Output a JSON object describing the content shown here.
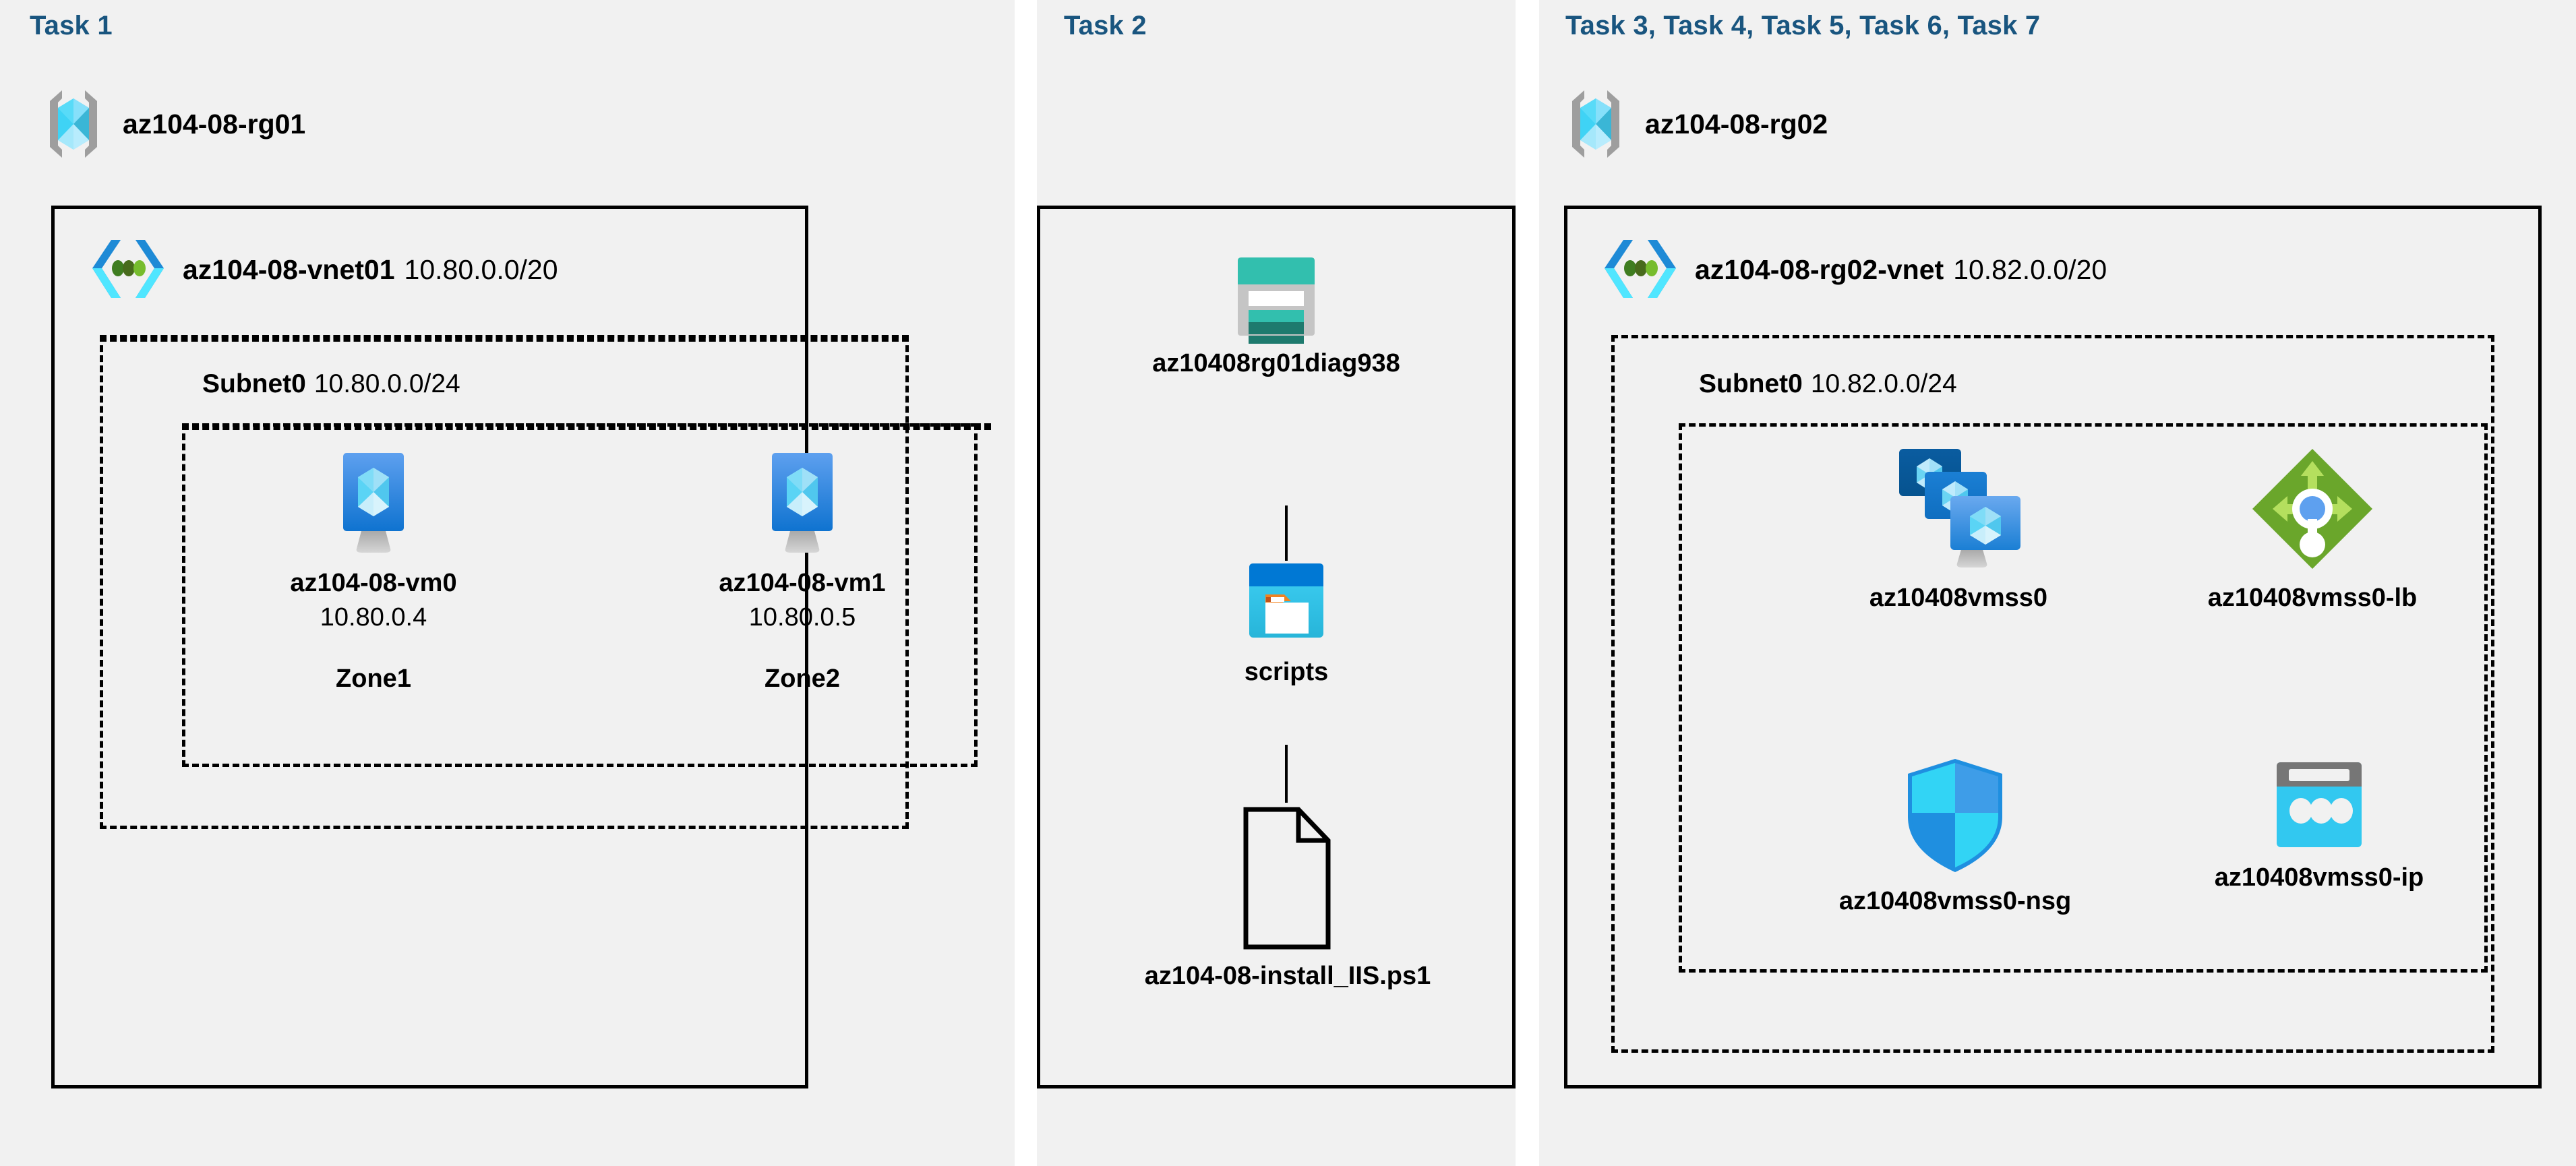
{
  "panels": [
    {
      "task_title": "Task 1"
    },
    {
      "task_title": "Task 2"
    },
    {
      "task_title": "Task 3, Task 4, Task 5, Task 6, Task 7"
    }
  ],
  "colors": {
    "task_title": "#19557f",
    "panel_bg": "#f1f1f1",
    "page_bg": "#ffffff",
    "border": "#000000",
    "vm_blue": "#1b7fd4",
    "vnet_blue": "#1e8ad6",
    "vnet_cyan": "#50e6ff",
    "vnet_green": "#5e9624",
    "storage_teal": "#32bfae",
    "storage_dark_teal": "#1e7a6e",
    "container_blue": "#0078d4",
    "container_cyan": "#32c8f0",
    "container_orange": "#f28321",
    "lb_green": "#76bc2d",
    "lb_dark_green": "#5e9624",
    "lb_dot_blue": "#5ea0ef",
    "nsg_cyan": "#32d4f5",
    "nsg_blue": "#1f8fe0",
    "ip_cyan": "#32c8f0",
    "ip_gray": "#767676",
    "rg_gray": "#9e9e9e"
  },
  "task1": {
    "resource_group": {
      "name": "az104-08-rg01",
      "icon": "resource-group-icon"
    },
    "vnet": {
      "name": "az104-08-vnet01",
      "cidr": "10.80.0.0/20",
      "icon": "virtual-network-icon"
    },
    "subnet": {
      "name": "Subnet0",
      "cidr": "10.80.0.0/24"
    },
    "vms": [
      {
        "name": "az104-08-vm0",
        "ip": "10.80.0.4",
        "zone": "Zone1",
        "icon": "virtual-machine-icon"
      },
      {
        "name": "az104-08-vm1",
        "ip": "10.80.0.5",
        "zone": "Zone2",
        "icon": "virtual-machine-icon"
      }
    ]
  },
  "task2": {
    "storage_account": {
      "name": "az10408rg01diag938",
      "icon": "storage-account-icon"
    },
    "container": {
      "name": "scripts",
      "icon": "blob-container-icon"
    },
    "file": {
      "name": "az104-08-install_IIS.ps1",
      "icon": "file-icon"
    }
  },
  "task3": {
    "resource_group": {
      "name": "az104-08-rg02",
      "icon": "resource-group-icon"
    },
    "vnet": {
      "name": "az104-08-rg02-vnet",
      "cidr": "10.82.0.0/20",
      "icon": "virtual-network-icon"
    },
    "subnet": {
      "name": "Subnet0",
      "cidr": "10.82.0.0/24"
    },
    "resources": [
      {
        "name": "az10408vmss0",
        "icon": "vm-scale-set-icon"
      },
      {
        "name": "az10408vmss0-lb",
        "icon": "load-balancer-icon"
      },
      {
        "name": "az10408vmss0-nsg",
        "icon": "network-security-group-icon"
      },
      {
        "name": "az10408vmss0-ip",
        "icon": "public-ip-address-icon"
      }
    ]
  }
}
